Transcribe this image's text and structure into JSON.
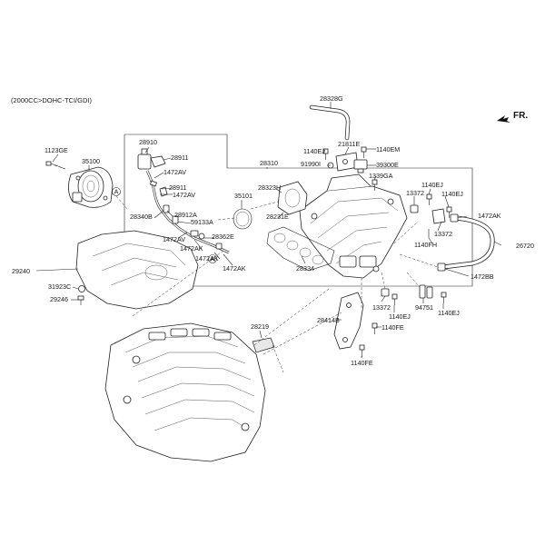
{
  "header": {
    "engine_spec": "(2000CC>DOHC-TCI/GDI)"
  },
  "direction": {
    "label": "FR."
  },
  "callout_marker": "A",
  "labels": {
    "p28328G": "28328G",
    "p1123GE": "1123GE",
    "p35100": "35100",
    "p28910": "28910",
    "p28911a": "28911",
    "p1472AVa": "1472AV",
    "p28911b": "28911",
    "p1472AVb": "1472AV",
    "p28340B": "28340B",
    "p28912A": "28912A",
    "p59133A": "59133A",
    "p1472AVc": "1472AV",
    "p1472AKa": "1472AK",
    "p28362E": "28362E",
    "p1472AKb": "1472AK",
    "p1472AKc": "1472AK",
    "p35101": "35101",
    "p28310": "28310",
    "p28323H": "28323H",
    "p28231E": "28231E",
    "p28334": "28334",
    "p1140EJa": "1140EJ",
    "p21811E": "21811E",
    "p1140EM": "1140EM",
    "p91990I": "91990I",
    "p39300E": "39300E",
    "p1339GA": "1339GA",
    "p13372a": "13372",
    "p1140EJb": "1140EJ",
    "p1140EJc": "1140EJ",
    "p1472AKd": "1472AK",
    "p26720": "26720",
    "p13372b": "13372",
    "p1140FH": "1140FH",
    "p1472BB": "1472BB",
    "p94751": "94751",
    "p1140EJd": "1140EJ",
    "p13372c": "13372",
    "p1140EJe": "1140EJ",
    "p28414B": "28414B",
    "p1140FEa": "1140FE",
    "p1140FEb": "1140FE",
    "p29240": "29240",
    "p31923C": "31923C",
    "p29246": "29246",
    "p28219": "28219"
  }
}
